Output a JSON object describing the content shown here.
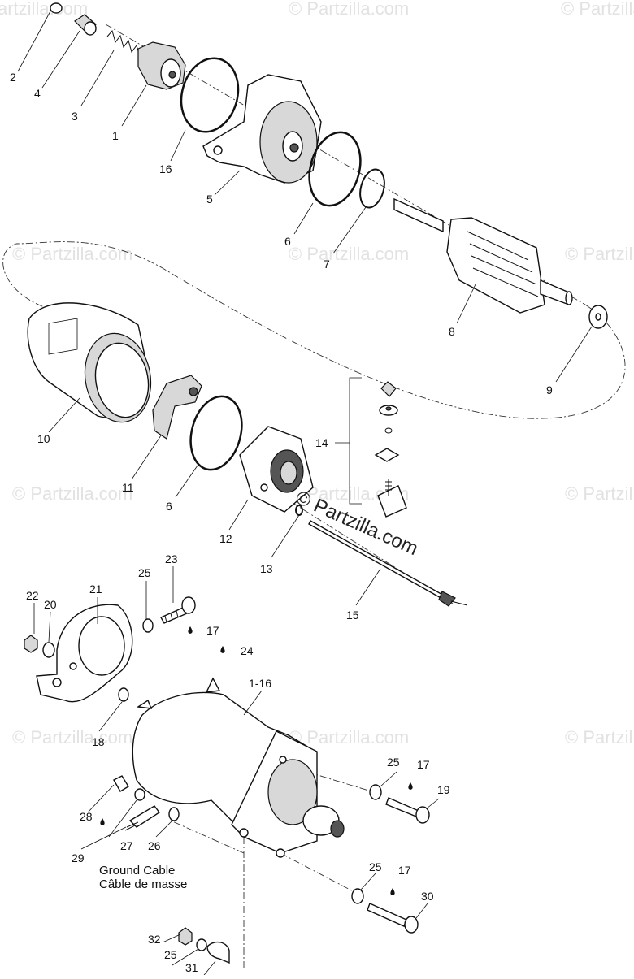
{
  "watermarks": [
    "© Partzilla.com",
    "© Partzilla.com",
    "© Partzilla.com",
    "© Partzilla.com",
    "© Partzilla.com",
    "© Partzilla.com",
    "© Partzilla.com",
    "© Partzilla.com",
    "© Partzilla.com",
    "© Partzilla.com",
    "© Partzilla.com",
    "© Partzilla.com"
  ],
  "center_watermark": "© Partzilla.com",
  "callouts": [
    "2",
    "4",
    "3",
    "1",
    "16",
    "5",
    "6",
    "7",
    "8",
    "9",
    "10",
    "11",
    "6",
    "12",
    "13",
    "14",
    "15",
    "23",
    "25",
    "22",
    "20",
    "21",
    "17",
    "24",
    "1-16",
    "18",
    "25",
    "17",
    "19",
    "28",
    "27",
    "29",
    "26",
    "25",
    "17",
    "30",
    "32",
    "25",
    "31"
  ],
  "ground_cable": {
    "line1": "Ground Cable",
    "line2": "Câble de masse"
  },
  "icons": {
    "adhesive": "droplet-icon"
  }
}
